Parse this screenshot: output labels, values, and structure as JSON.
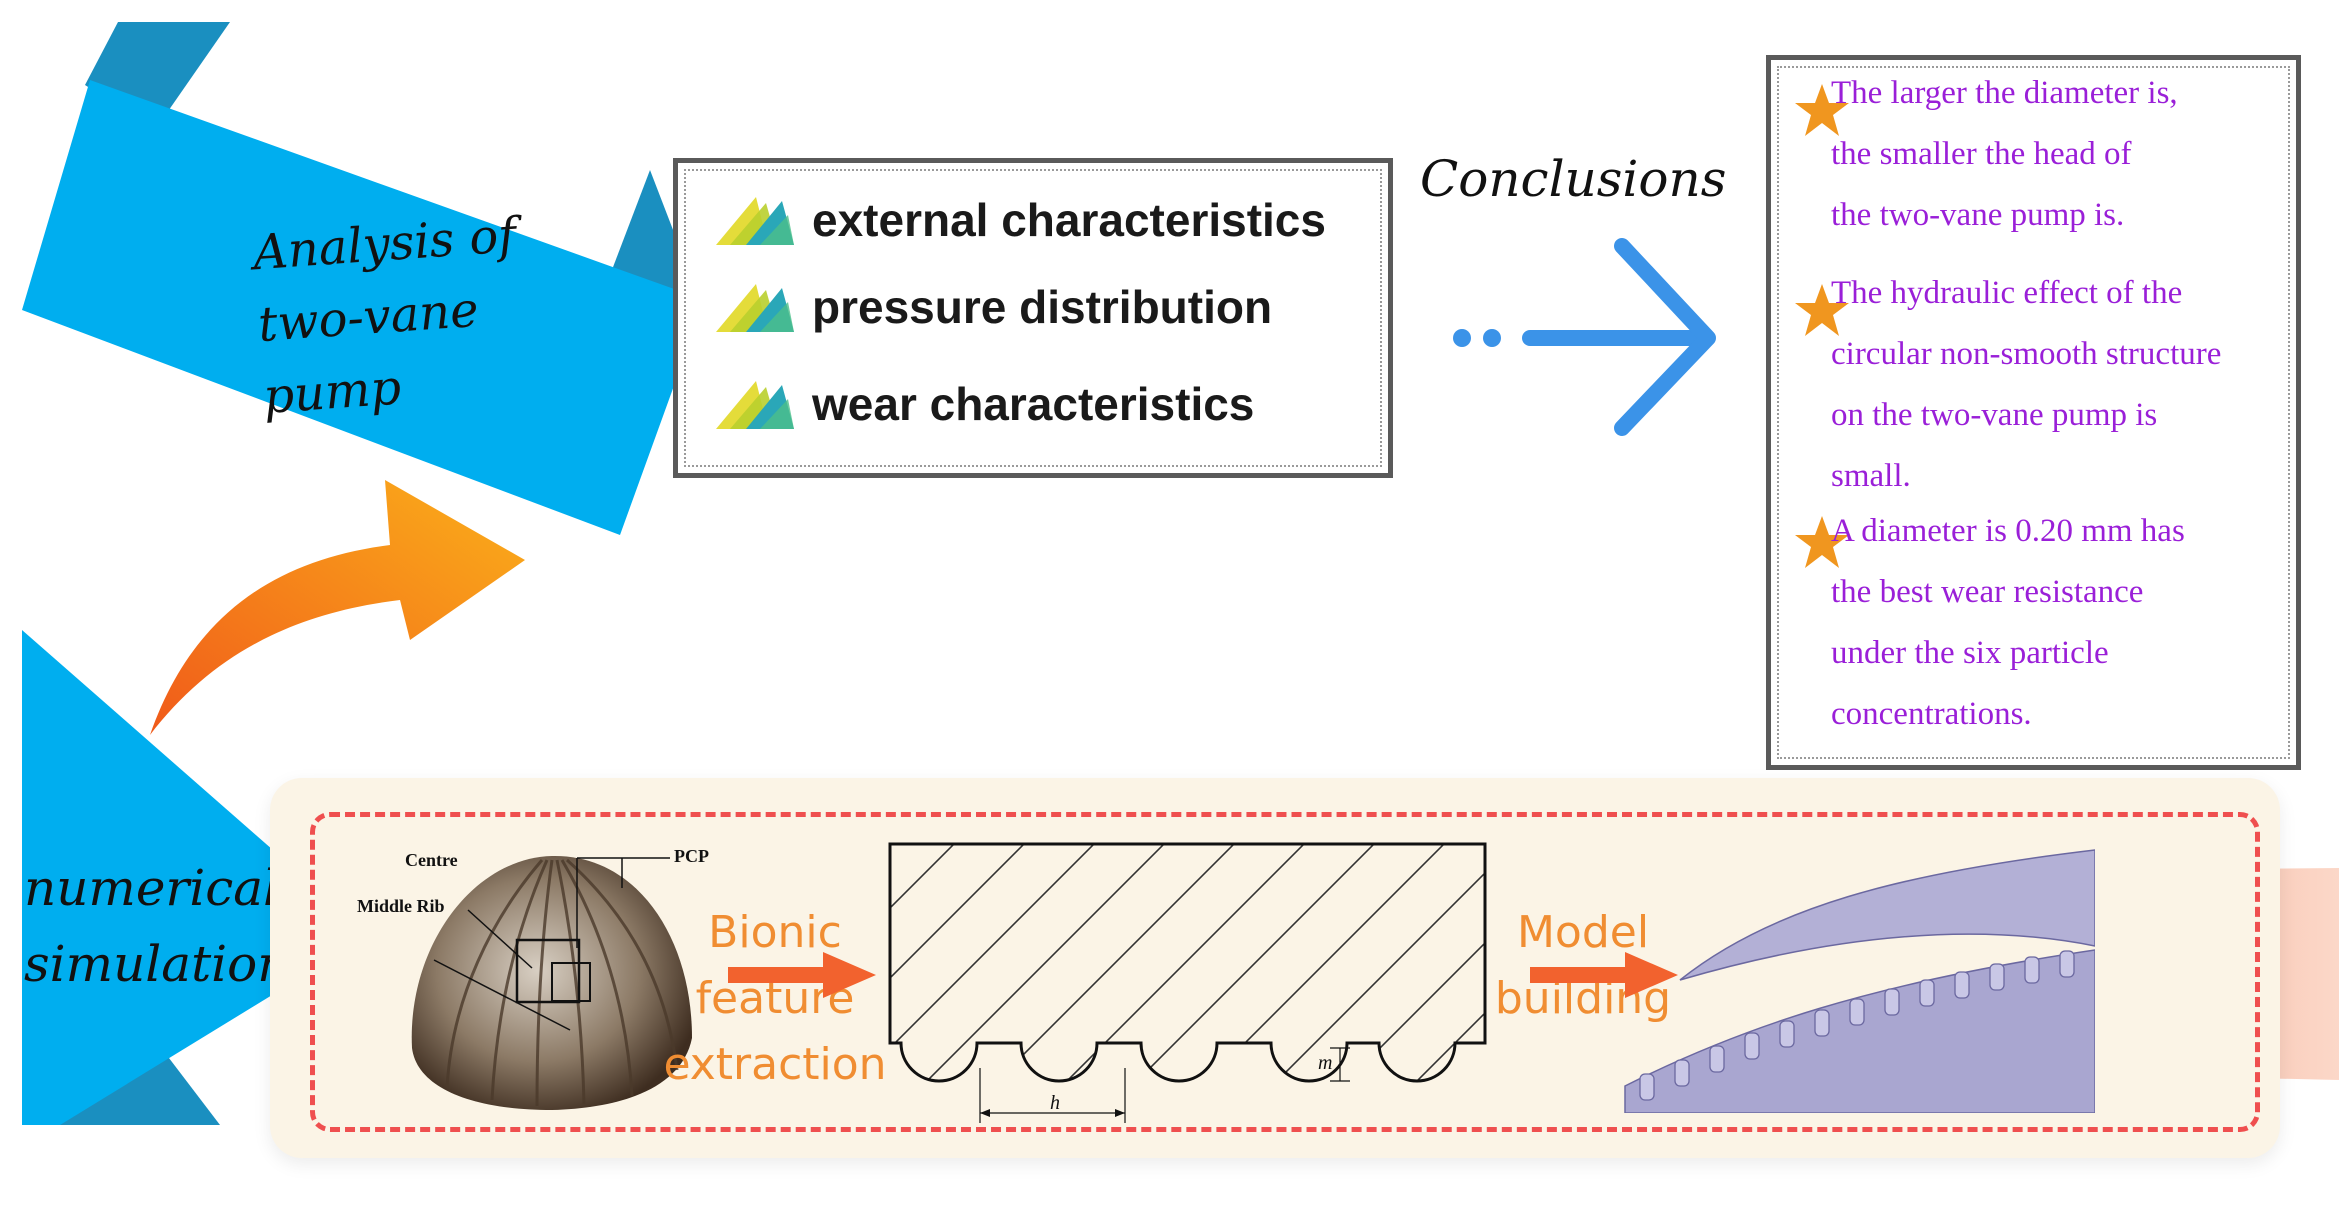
{
  "analysis_label": [
    "Analysis of",
    "two-vane",
    "pump"
  ],
  "numerical_label": [
    "numerical",
    "simulation"
  ],
  "features": [
    {
      "label": "external characteristics"
    },
    {
      "label": "pressure distribution"
    },
    {
      "label": "wear characteristics"
    }
  ],
  "conclusions_title": "Conclusions",
  "conclusions": [
    [
      "The larger the diameter is,",
      "the smaller the head of",
      "the two-vane pump is."
    ],
    [
      "The hydraulic effect of the",
      "circular non-smooth structure",
      "on the two-vane pump is",
      "small."
    ],
    [
      "A diameter is 0.20 mm has",
      "the best wear resistance",
      "under the six particle",
      "concentrations."
    ]
  ],
  "shell_labels": {
    "centre": "Centre",
    "middle_rib": "Middle Rib",
    "pcp": "PCP"
  },
  "bionic_label": [
    "Bionic",
    "feature",
    "extraction"
  ],
  "model_label": [
    "Model",
    "building"
  ],
  "dimension_labels": {
    "h": "h",
    "m": "m"
  },
  "colors": {
    "ribbon": "#00aeef",
    "ribbon_dark": "#1a8fc0",
    "conclusion_text": "#9a1fd8",
    "orange": "#f08d32",
    "dash": "#ef4f4f",
    "blue_arrow": "#3b93e8"
  }
}
